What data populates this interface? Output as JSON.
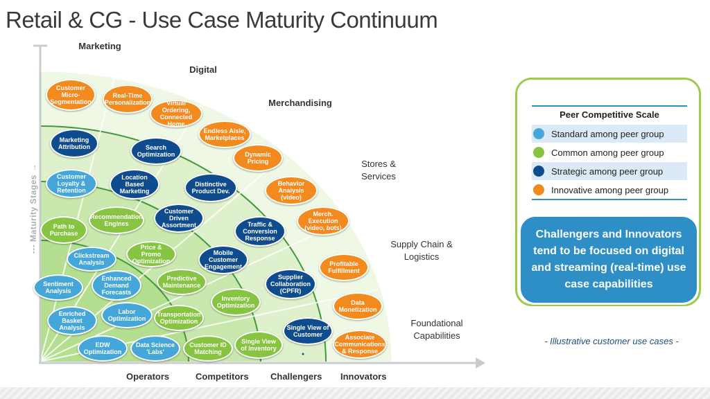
{
  "title": "Retail & CG - Use Case Maturity Continuum",
  "y_axis_label": "--- Maturity Stages →",
  "x_axis": {
    "labels": [
      "Operators",
      "Competitors",
      "Challengers",
      "Innovators"
    ]
  },
  "sectors": [
    "Marketing",
    "Digital",
    "Merchandising",
    "Stores & Services",
    "Supply Chain & Logistics",
    "Foundational Capabilities"
  ],
  "colors": {
    "standard": "#45a7d9",
    "common": "#86c441",
    "strategic": "#0f4c8e",
    "innovative": "#f28a1e"
  },
  "bubbles": [
    {
      "label": "Customer Micro-Segmentation",
      "category": "innovative"
    },
    {
      "label": "Real-Time Personalization",
      "category": "innovative"
    },
    {
      "label": "Virtual Ordering, Connected Home",
      "category": "innovative"
    },
    {
      "label": "Endless Aisle, Marketplaces",
      "category": "innovative"
    },
    {
      "label": "Dynamic Pricing",
      "category": "innovative"
    },
    {
      "label": "Behavior Analysis (video)",
      "category": "innovative"
    },
    {
      "label": "Merch. Execution (video, bots)",
      "category": "innovative"
    },
    {
      "label": "Profitable Fulfillment",
      "category": "innovative"
    },
    {
      "label": "Data Monetization",
      "category": "innovative"
    },
    {
      "label": "Associate Communications & Response",
      "category": "innovative"
    },
    {
      "label": "Marketing Attribution",
      "category": "strategic"
    },
    {
      "label": "Search Optimization",
      "category": "strategic"
    },
    {
      "label": "Location Based Marketing",
      "category": "strategic"
    },
    {
      "label": "Distinctive Product Dev.",
      "category": "strategic"
    },
    {
      "label": "Customer Driven Assortment",
      "category": "strategic"
    },
    {
      "label": "Traffic & Conversion Response",
      "category": "strategic"
    },
    {
      "label": "Mobile Customer Engagement",
      "category": "strategic"
    },
    {
      "label": "Supplier Collaboration (CPFR)",
      "category": "strategic"
    },
    {
      "label": "Single View of Customer",
      "category": "strategic"
    },
    {
      "label": "Customer Loyalty & Retention",
      "category": "standard"
    },
    {
      "label": "Clickstream Analysis",
      "category": "standard"
    },
    {
      "label": "Sentiment Analysis",
      "category": "standard"
    },
    {
      "label": "Enhanced Demand Forecasts",
      "category": "standard"
    },
    {
      "label": "Enriched Basket Analysis",
      "category": "standard"
    },
    {
      "label": "Labor Optimization",
      "category": "standard"
    },
    {
      "label": "EDW Optimization",
      "category": "standard"
    },
    {
      "label": "Data Science 'Labs'",
      "category": "standard"
    },
    {
      "label": "Path to Purchase",
      "category": "common"
    },
    {
      "label": "Recommendation Engines",
      "category": "common"
    },
    {
      "label": "Price & Promo Optimization",
      "category": "common"
    },
    {
      "label": "Predictive Maintenance",
      "category": "common"
    },
    {
      "label": "Inventory Optimization",
      "category": "common"
    },
    {
      "label": "Transportation Optimization",
      "category": "common"
    },
    {
      "label": "Customer ID Matching",
      "category": "common"
    },
    {
      "label": "Single View of Inventory",
      "category": "common"
    }
  ],
  "legend": {
    "title": "Peer Competitive Scale",
    "items": [
      {
        "label": "Standard among peer group",
        "category": "standard"
      },
      {
        "label": "Common among peer group",
        "category": "common"
      },
      {
        "label": "Strategic among peer group",
        "category": "strategic"
      },
      {
        "label": "Innovative among peer group",
        "category": "innovative"
      }
    ]
  },
  "callout": "Challengers and Innovators tend to be focused on digital and streaming (real-time) use case capabilities",
  "note": "- Illustrative customer use cases -"
}
